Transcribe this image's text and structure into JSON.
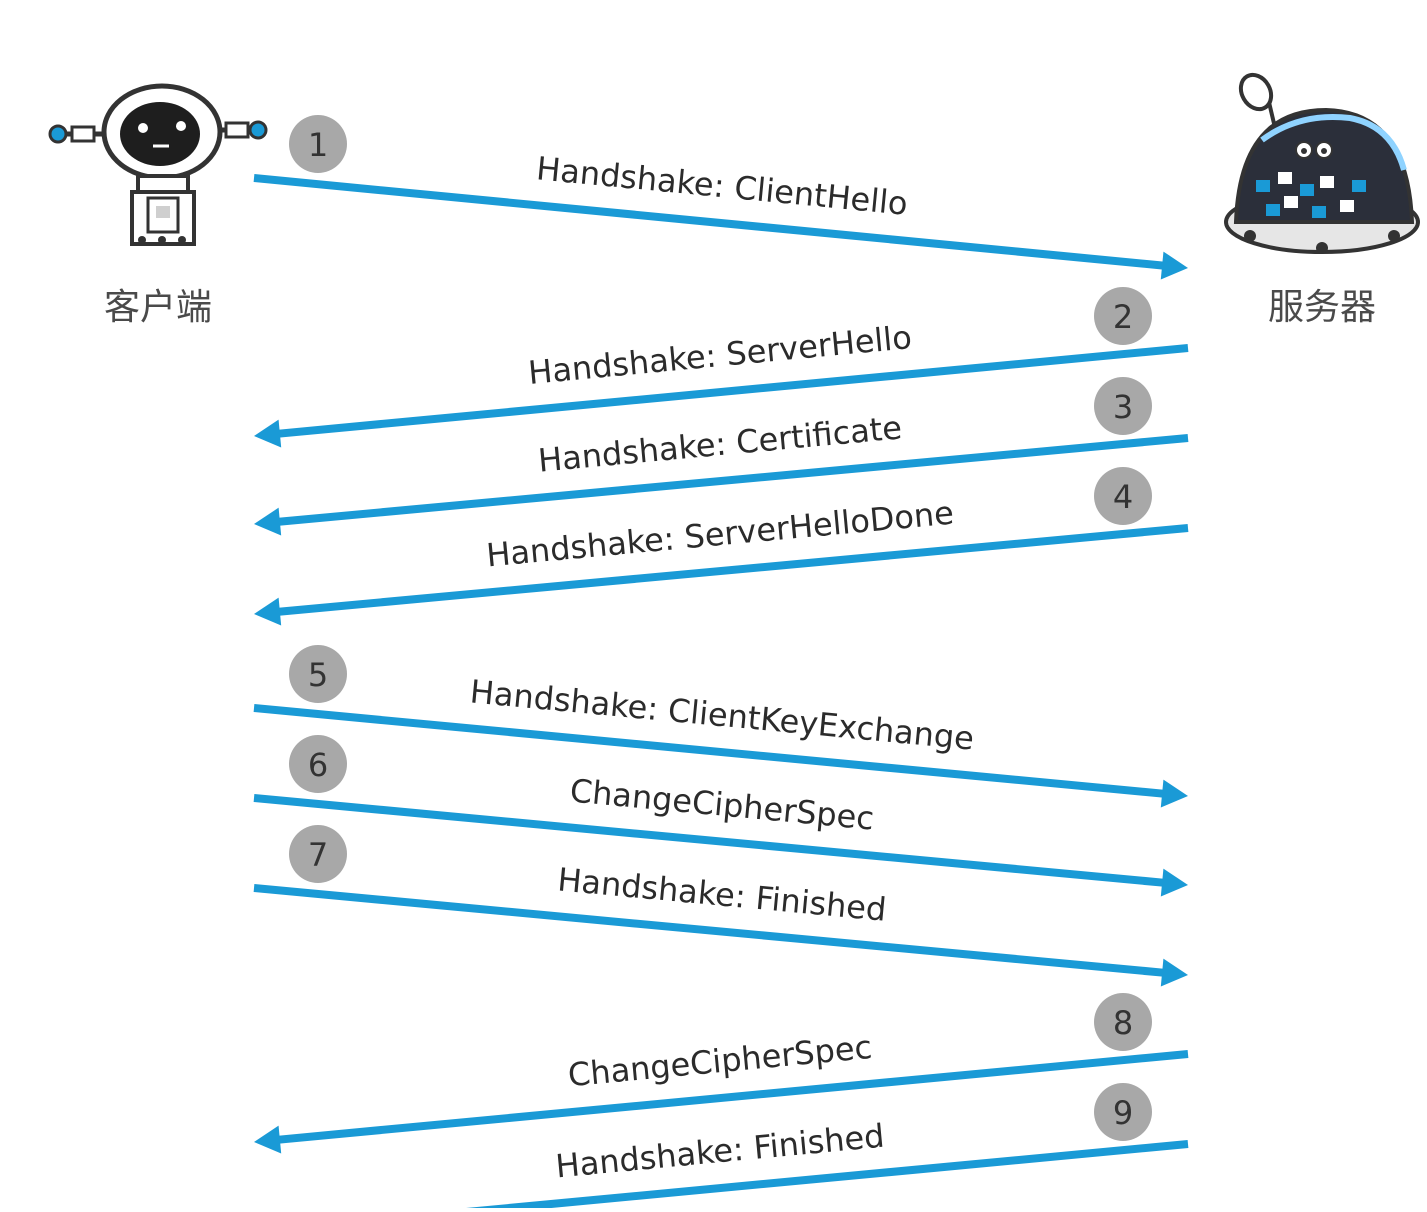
{
  "actors": {
    "client": {
      "label": "客户端",
      "icon": "robot-client-icon"
    },
    "server": {
      "label": "服务器",
      "icon": "robot-server-icon"
    }
  },
  "colors": {
    "arrow": "#1a9ad6",
    "badge": "#a8a8a8",
    "text": "#2b2b2b",
    "server_dome": "#2b2f3a"
  },
  "messages": [
    {
      "step": "1",
      "label": "Handshake: ClientHello",
      "direction": "client_to_server"
    },
    {
      "step": "2",
      "label": "Handshake: ServerHello",
      "direction": "server_to_client"
    },
    {
      "step": "3",
      "label": "Handshake: Certificate",
      "direction": "server_to_client"
    },
    {
      "step": "4",
      "label": "Handshake: ServerHelloDone",
      "direction": "server_to_client"
    },
    {
      "step": "5",
      "label": "Handshake: ClientKeyExchange",
      "direction": "client_to_server"
    },
    {
      "step": "6",
      "label": "ChangeCipherSpec",
      "direction": "client_to_server"
    },
    {
      "step": "7",
      "label": "Handshake: Finished",
      "direction": "client_to_server"
    },
    {
      "step": "8",
      "label": "ChangeCipherSpec",
      "direction": "server_to_client"
    },
    {
      "step": "9",
      "label": "Handshake: Finished",
      "direction": "server_to_client"
    }
  ]
}
